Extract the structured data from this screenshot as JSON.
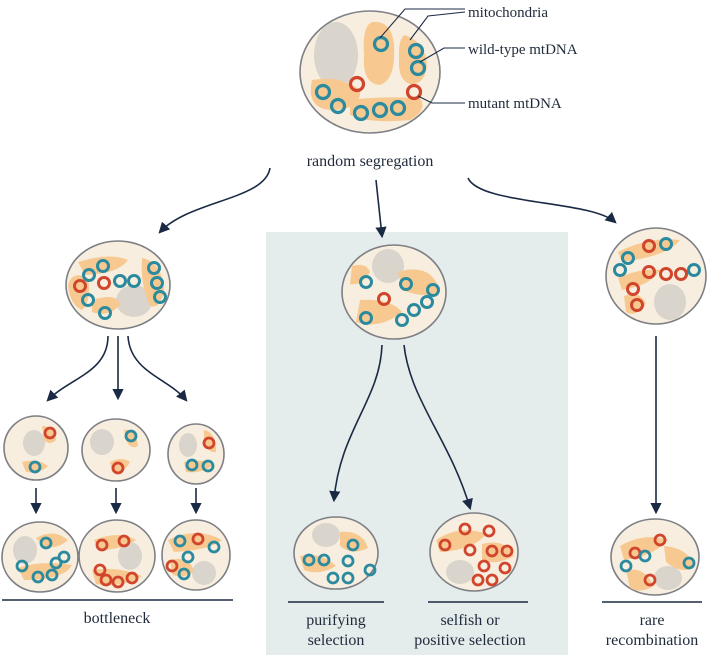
{
  "colors": {
    "wild_type_mtdna": "#2b8a9e",
    "mutant_mtdna": "#d0452c",
    "mitochondria": "#f7c990",
    "cytoplasm": "#f7eedf",
    "nucleus": "#d9d4cc",
    "highlight_panel": "#e4ecec",
    "arrow": "#1b2a44"
  },
  "legend": {
    "mitochondria": "mitochondria",
    "wild_type": "wild-type mtDNA",
    "mutant": "mutant mtDNA"
  },
  "process": {
    "random_segregation": "random segregation"
  },
  "outcomes": {
    "bottleneck": "bottleneck",
    "purifying_line1": "purifying",
    "purifying_line2": "selection",
    "selfish_line1": "selfish or",
    "selfish_line2": "positive selection",
    "rare_line1": "rare",
    "rare_line2": "recombination"
  }
}
